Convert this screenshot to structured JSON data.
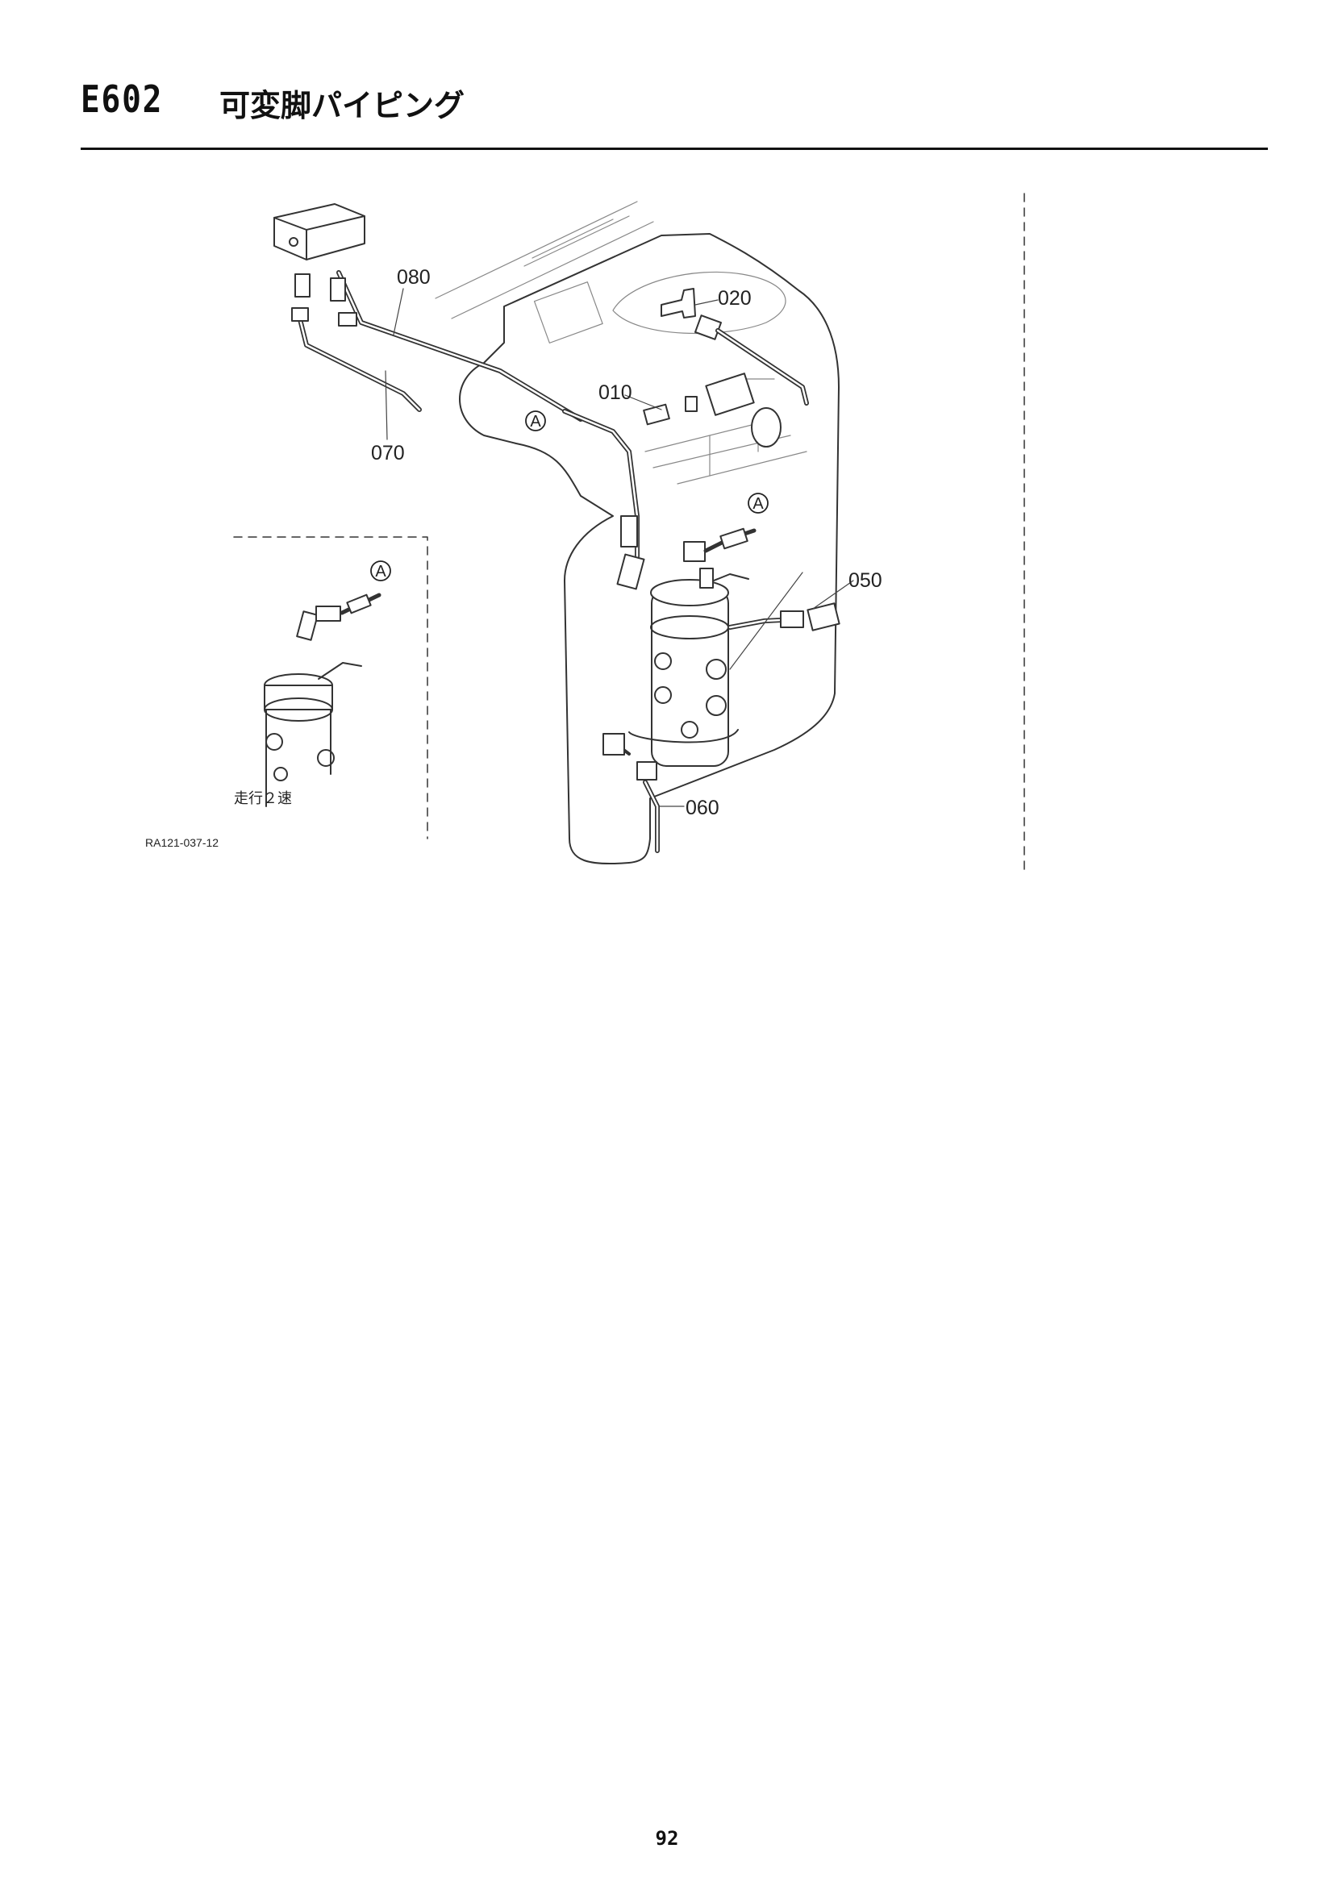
{
  "header": {
    "code": "E602",
    "title": "可変脚パイピング"
  },
  "diagram": {
    "callouts": {
      "p010": "010",
      "p020": "020",
      "p050": "050",
      "p060": "060",
      "p070": "070",
      "p080": "080"
    },
    "connector_label": "A",
    "inset_note": "走行２速",
    "drawing_number": "RA121-037-12"
  },
  "footer": {
    "page_number": "92"
  }
}
